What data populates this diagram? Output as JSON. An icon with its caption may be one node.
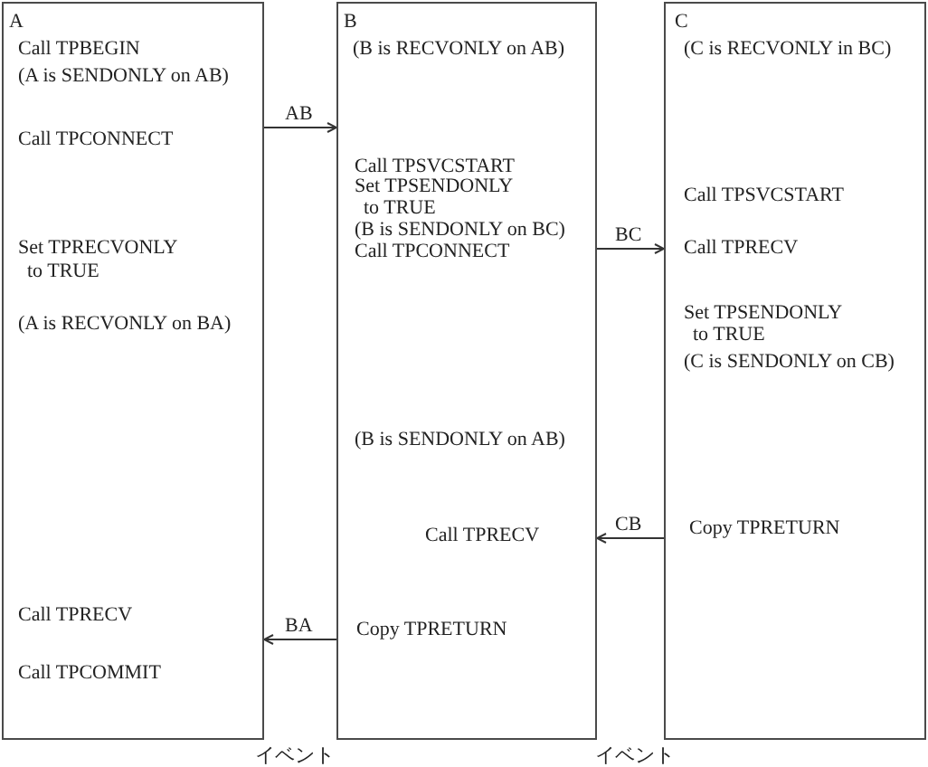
{
  "diagram": {
    "nodes": [
      {
        "text": [
          "A",
          "Call TPBEGIN",
          "(A is SENDONLY on AB)",
          "Call TPCONNECT",
          "Set TPRECVONLY to TRUE",
          "(A is RECVONLY on BA)",
          "Call TPRECV",
          "Call TPCOMMIT"
        ]
      },
      {
        "text": [
          "B",
          "(B is RECVONLY on AB)",
          "Call TPSVCSTART",
          "Set TPSENDONLY to TRUE",
          "(B is SENDONLY on BC)",
          "Call TPCONNECT",
          "(B is SENDONLY on AB)",
          "Call TPRECV",
          "Copy TPRETURN"
        ]
      },
      {
        "text": [
          "C",
          "(C is RECVONLY in BC)",
          "Call TPSVCSTART",
          "Call TPRECV",
          "Set TPSENDONLY to TRUE",
          "(C is SENDONLY on CB)",
          "Copy TPRETURN"
        ]
      }
    ],
    "edges": [
      {
        "from": 0,
        "to": 1,
        "arrow": "to",
        "label": "AB"
      },
      {
        "from": 1,
        "to": 2,
        "arrow": "to",
        "label": "BC"
      },
      {
        "from": 2,
        "to": 1,
        "arrow": "to",
        "label": "CB"
      },
      {
        "from": 1,
        "to": 0,
        "arrow": "to",
        "label": "BA"
      }
    ],
    "labels": [
      "イベント",
      "イベント"
    ]
  }
}
